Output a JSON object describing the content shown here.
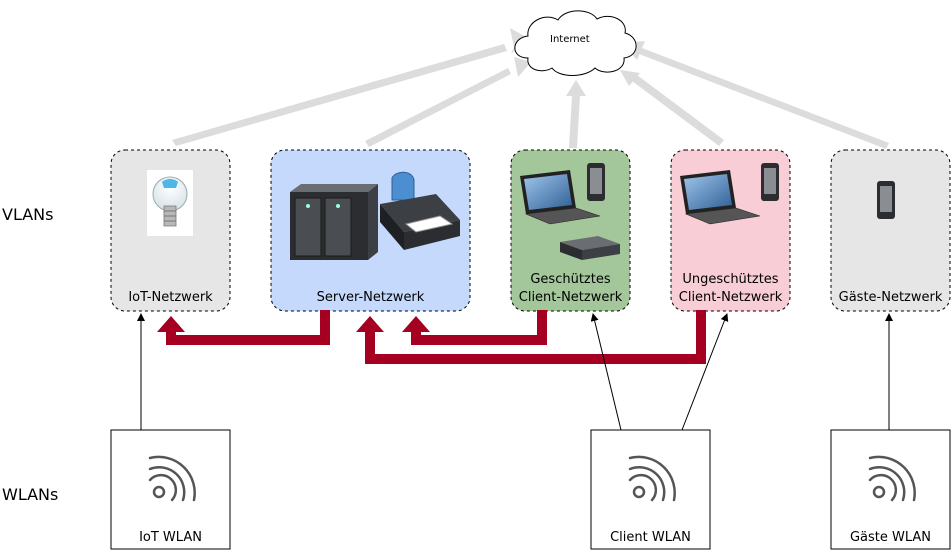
{
  "side_labels": {
    "vlans": "VLANs",
    "wlans": "WLANs"
  },
  "internet": {
    "label": "Internet"
  },
  "vlans": [
    {
      "id": "iot",
      "label": "IoT-Netzwerk",
      "fill": "#e6e6e6",
      "icons": [
        "light-bulb-icon"
      ]
    },
    {
      "id": "server",
      "label": "Server-Netzwerk",
      "fill": "#c4d9fb",
      "icons": [
        "nas-server-icon",
        "printer-icon"
      ]
    },
    {
      "id": "protected",
      "label_line1": "Geschütztes",
      "label_line2": "Client-Netzwerk",
      "fill": "#a3c79a",
      "icons": [
        "laptop-icon",
        "smartphone-icon",
        "router-icon"
      ]
    },
    {
      "id": "unprotected",
      "label_line1": "Ungeschütztes",
      "label_line2": "Client-Netzwerk",
      "fill": "#f8cdd5",
      "icons": [
        "laptop-icon",
        "smartphone-icon"
      ]
    },
    {
      "id": "guest",
      "label": "Gäste-Netzwerk",
      "fill": "#e6e6e6",
      "icons": [
        "smartphone-icon"
      ]
    }
  ],
  "wlans": [
    {
      "id": "iot-wlan",
      "label": "IoT WLAN",
      "icon": "wifi-icon"
    },
    {
      "id": "client-wlan",
      "label": "Client WLAN",
      "icon": "wifi-icon"
    },
    {
      "id": "guest-wlan",
      "label": "Gäste WLAN",
      "icon": "wifi-icon"
    }
  ],
  "colors": {
    "access_arrow": "#a50021",
    "internet_arrow": "#dcdcdc",
    "line": "#000000"
  }
}
